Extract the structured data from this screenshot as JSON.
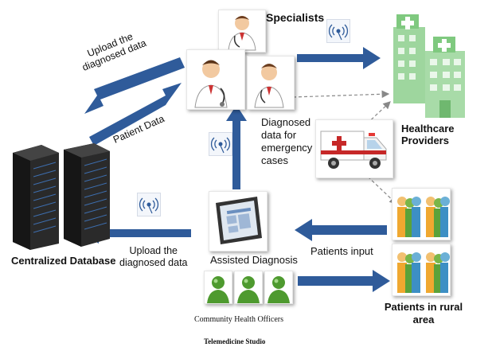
{
  "labels": {
    "specialists": "Specialists",
    "upload_top": "Upload the\ndiagnosed data",
    "patient_data": "Patient Data",
    "diagnosed_emergency": "Diagnosed\ndata for\nemergency\ncases",
    "healthcare_providers": "Healthcare Providers",
    "centralized_database": "Centralized Database",
    "upload_bottom": "Upload the\ndiagnosed data",
    "assisted_diagnosis": "Assisted Diagnosis",
    "patients_input": "Patients input",
    "community_health_officers": "Community Health Officers",
    "patients_rural": "Patients in rural\narea",
    "telemedicine_studio": "Telemedicine Studio"
  },
  "colors": {
    "arrow_blue": "#2f5b9a",
    "dashed_gray": "#888888",
    "building_green": "#7fc97f",
    "server_dark": "#1e1e1e",
    "officer_green": "#4e9a2f"
  },
  "icons": {
    "wireless": "wireless-signal-icon",
    "doctor": "doctor-icon",
    "hospital": "hospital-building-icon",
    "ambulance": "ambulance-icon",
    "server": "server-rack-icon",
    "tablet": "tablet-icon",
    "officer": "health-officer-icon",
    "patients": "patient-group-icon"
  }
}
